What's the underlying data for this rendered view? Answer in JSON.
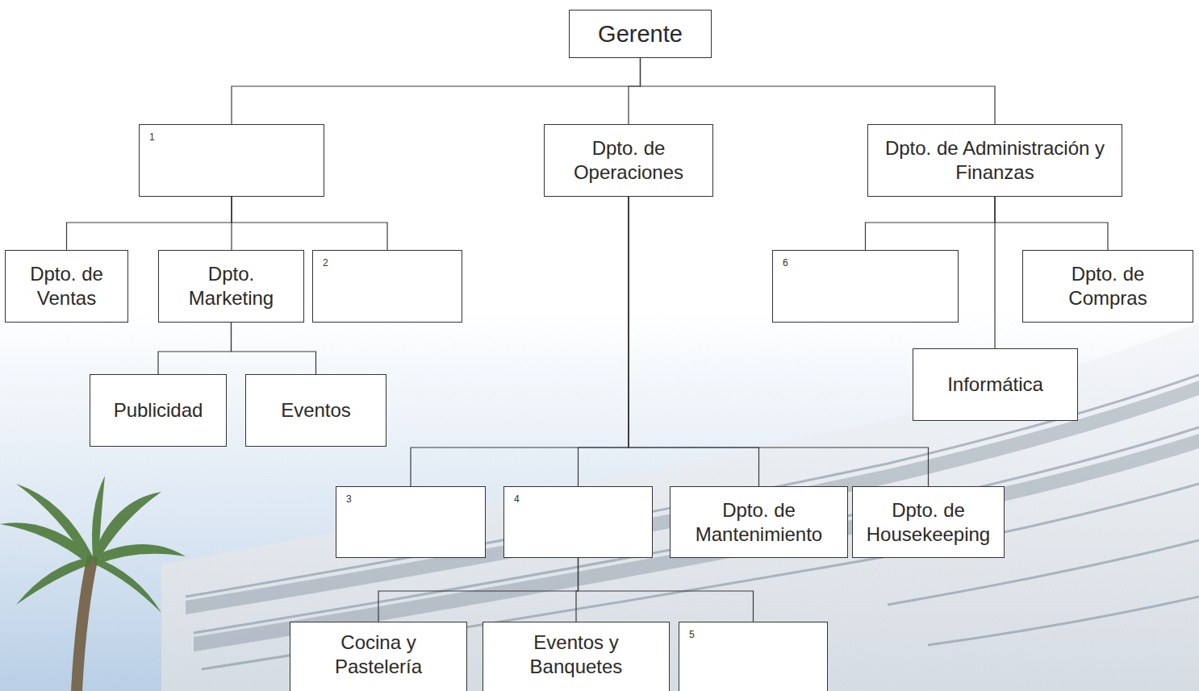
{
  "diagram": {
    "nodes": [
      {
        "text": [
          "Gerente"
        ]
      },
      {
        "text": [
          "1"
        ]
      },
      {
        "text": [
          "Dpto. de Operaciones"
        ]
      },
      {
        "text": [
          "Dpto. de Administración y Finanzas"
        ]
      },
      {
        "text": [
          "Dpto. de Ventas"
        ]
      },
      {
        "text": [
          "Dpto. Marketing"
        ]
      },
      {
        "text": [
          "2"
        ]
      },
      {
        "text": [
          "Publicidad"
        ]
      },
      {
        "text": [
          "Eventos"
        ]
      },
      {
        "text": [
          "6"
        ]
      },
      {
        "text": [
          "Dpto. de Compras"
        ]
      },
      {
        "text": [
          "Informática"
        ]
      },
      {
        "text": [
          "3"
        ]
      },
      {
        "text": [
          "4"
        ]
      },
      {
        "text": [
          "Dpto. de Mantenimiento"
        ]
      },
      {
        "text": [
          "Dpto. de Housekeeping"
        ]
      },
      {
        "text": [
          "Cocina y Pastelería"
        ]
      },
      {
        "text": [
          "Eventos y Banquetes"
        ]
      },
      {
        "text": [
          "5"
        ]
      }
    ],
    "edges": [
      {
        "from": 0,
        "to": 1,
        "arrow": "none"
      },
      {
        "from": 0,
        "to": 2,
        "arrow": "none"
      },
      {
        "from": 0,
        "to": 3,
        "arrow": "none"
      },
      {
        "from": 1,
        "to": 4,
        "arrow": "none"
      },
      {
        "from": 1,
        "to": 5,
        "arrow": "none"
      },
      {
        "from": 1,
        "to": 6,
        "arrow": "none"
      },
      {
        "from": 5,
        "to": 7,
        "arrow": "none"
      },
      {
        "from": 5,
        "to": 8,
        "arrow": "none"
      },
      {
        "from": 3,
        "to": 9,
        "arrow": "none"
      },
      {
        "from": 3,
        "to": 10,
        "arrow": "none"
      },
      {
        "from": 3,
        "to": 11,
        "arrow": "none"
      },
      {
        "from": 2,
        "to": 12,
        "arrow": "none"
      },
      {
        "from": 2,
        "to": 13,
        "arrow": "none"
      },
      {
        "from": 2,
        "to": 14,
        "arrow": "none"
      },
      {
        "from": 2,
        "to": 15,
        "arrow": "none"
      },
      {
        "from": 13,
        "to": 16,
        "arrow": "none"
      },
      {
        "from": 13,
        "to": 17,
        "arrow": "none"
      },
      {
        "from": 13,
        "to": 18,
        "arrow": "none"
      }
    ]
  }
}
